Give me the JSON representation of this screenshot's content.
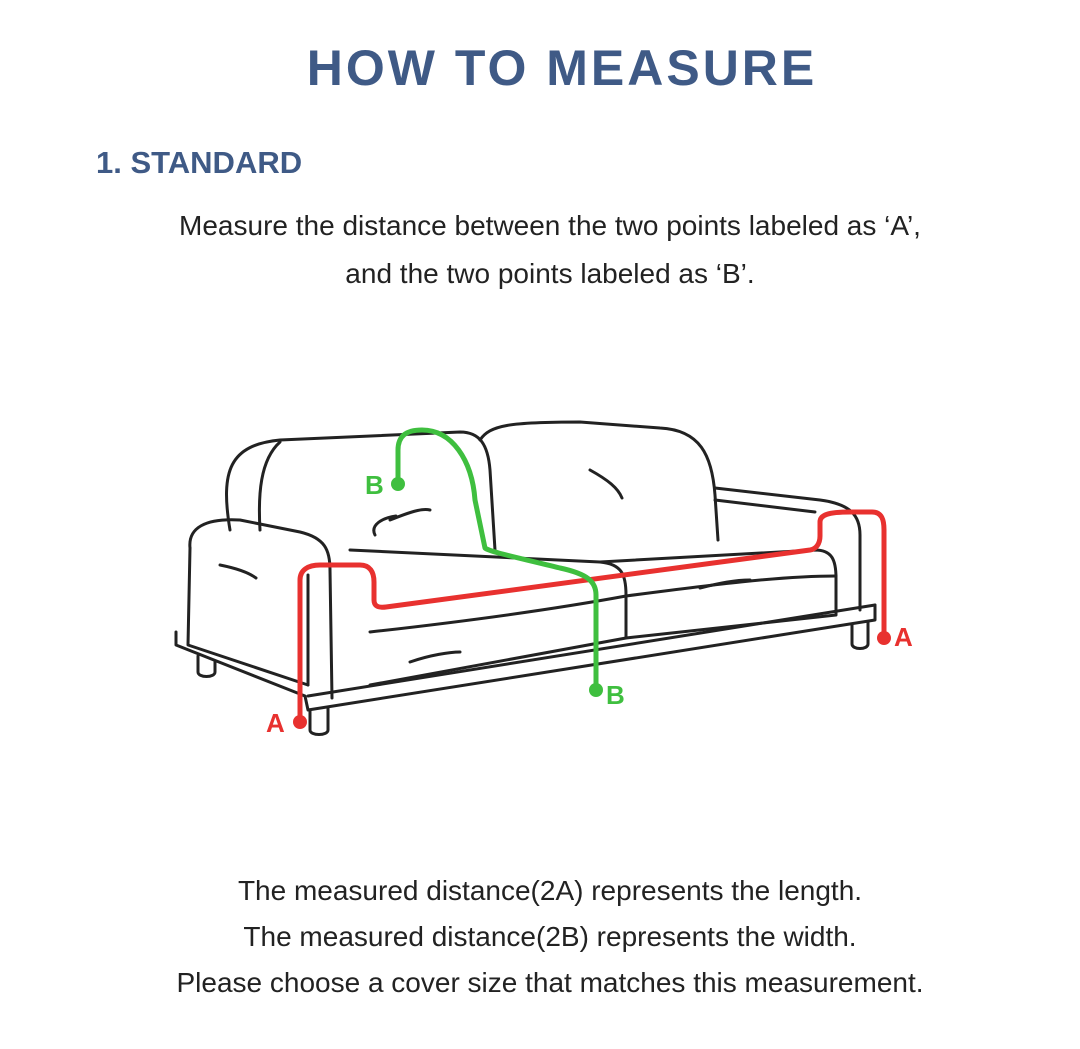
{
  "header": {
    "title": "HOW TO MEASURE"
  },
  "section": {
    "heading": "1. STANDARD",
    "instructions": [
      "Measure the distance between the two points labeled as ‘A’,",
      "and the two points labeled as ‘B’."
    ]
  },
  "diagram": {
    "labels": {
      "a_left": "A",
      "a_right": "A",
      "b_top": "B",
      "b_bottom": "B"
    },
    "colors": {
      "length_line": "#e8312f",
      "width_line": "#3fbf3f",
      "outline": "#222222"
    }
  },
  "notes": [
    "The measured distance(2A) represents the length.",
    "The measured distance(2B) represents the width.",
    "Please choose a cover size that matches this measurement."
  ]
}
